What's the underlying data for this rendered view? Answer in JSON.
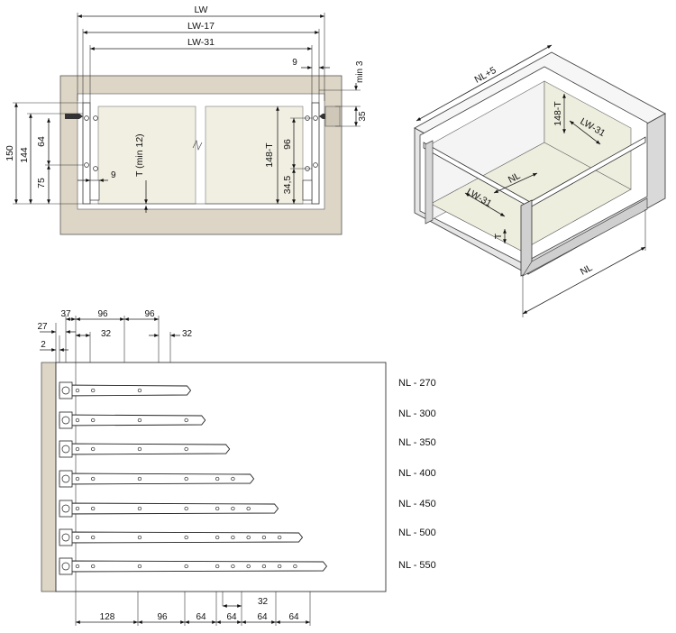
{
  "front_view": {
    "dims_top": {
      "lw": "LW",
      "lw17": "LW-17",
      "lw31": "LW-31",
      "nine": "9",
      "min3": "min 3",
      "thirtyfive": "35"
    },
    "dims_left": {
      "h150": "150",
      "h144": "144",
      "h64": "64",
      "h75": "75",
      "nine": "9"
    },
    "dims_inner": {
      "t_min": "T (min 12)",
      "h148t": "148-T",
      "h96": "96",
      "h345": "34,5"
    }
  },
  "iso_view": {
    "labels": {
      "nl5": "NL+5",
      "h148t": "148-T",
      "lw31_back": "LW-31",
      "nl_inner": "NL",
      "lw31_front": "LW-31",
      "t": "T",
      "nl_bottom": "NL"
    }
  },
  "side_view": {
    "top_dims": {
      "d27": "27",
      "d37": "37",
      "d96a": "96",
      "d96b": "96",
      "d32a": "32",
      "d32b": "32",
      "d2": "2"
    },
    "bottom_dims": {
      "d128": "128",
      "d96": "96",
      "d64a": "64",
      "d64b": "64",
      "d64c": "64",
      "d64d": "64",
      "d32": "32"
    },
    "rails": [
      {
        "label": "NL - 270",
        "length_mm": 270
      },
      {
        "label": "NL - 300",
        "length_mm": 300
      },
      {
        "label": "NL - 350",
        "length_mm": 350
      },
      {
        "label": "NL - 400",
        "length_mm": 400
      },
      {
        "label": "NL - 450",
        "length_mm": 450
      },
      {
        "label": "NL - 500",
        "length_mm": 500
      },
      {
        "label": "NL - 550",
        "length_mm": 550
      }
    ]
  }
}
